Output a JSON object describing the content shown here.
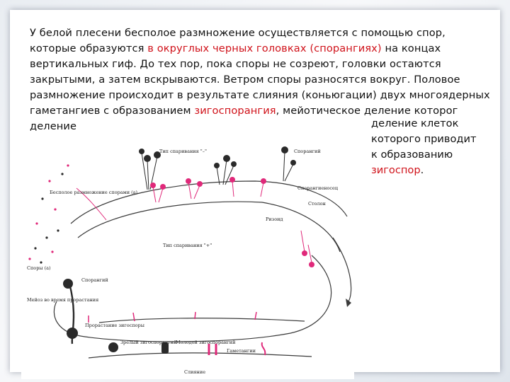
{
  "text": {
    "p1": "У белой плесени бесполое размножение осуществляется с помощью спор, которые образуются ",
    "p1_red": "в округлых черных головках (спорангиях)",
    "p1_end": " на концах вертикальных гиф. До тех пор, пока споры не созреют, головки остаются закрытыми, а затем вскрываются. Ветром споры разносятся вокруг.",
    "p2": "Половое размножение происходит в результате слияния (коньюгации) двух многоядерных  гаметангиев с образованием ",
    "p2_red": "зигоспорангия",
    "p2_end": ", мейотическое деление которог деление",
    "side_1": "деление клеток",
    "side_2": "которого приводит",
    "side_3": "к образованию",
    "side_red": "зигоспор",
    "side_end": "."
  },
  "figure": {
    "labels": {
      "mating_type_minus": "Тип спаривания \"–\"",
      "mating_type_plus": "Тип спаривания \"+\"",
      "sporangium_top": "Спорангий",
      "sporangiophore": "Спорангиеносец",
      "stolon": "Столон",
      "rhizoid": "Ризоид",
      "asexual": "Бесполое размножение спорами (а)",
      "spores": "Споры (а)",
      "sporangium_left": "Спорангий",
      "meiosis": "Мейоз во время прорастания",
      "germinating": "Прорастание зигоспоры",
      "mature_zygo": "Зрелый зигоспорангий",
      "young_zygo": "Молодой зигоспорангий",
      "gametangia": "Гаметангии",
      "fusion": "Слияние"
    },
    "colors": {
      "plus": "#e0297a",
      "minus": "#2a2a2a",
      "line": "#3a3a3a"
    }
  }
}
